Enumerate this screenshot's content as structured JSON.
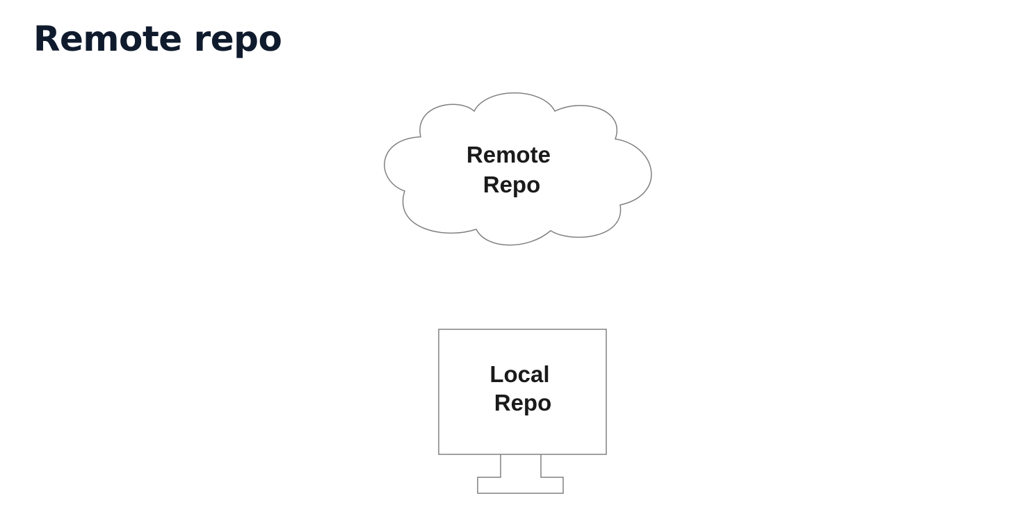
{
  "title": "Remote repo",
  "diagram": {
    "cloud": {
      "icon": "cloud-icon",
      "label_lines": [
        "Remote",
        "Repo"
      ]
    },
    "computer": {
      "icon": "monitor-icon",
      "label_lines": [
        "Local",
        "Repo"
      ]
    },
    "stroke_color": "#808080",
    "text_color": "#1a1a1a"
  }
}
